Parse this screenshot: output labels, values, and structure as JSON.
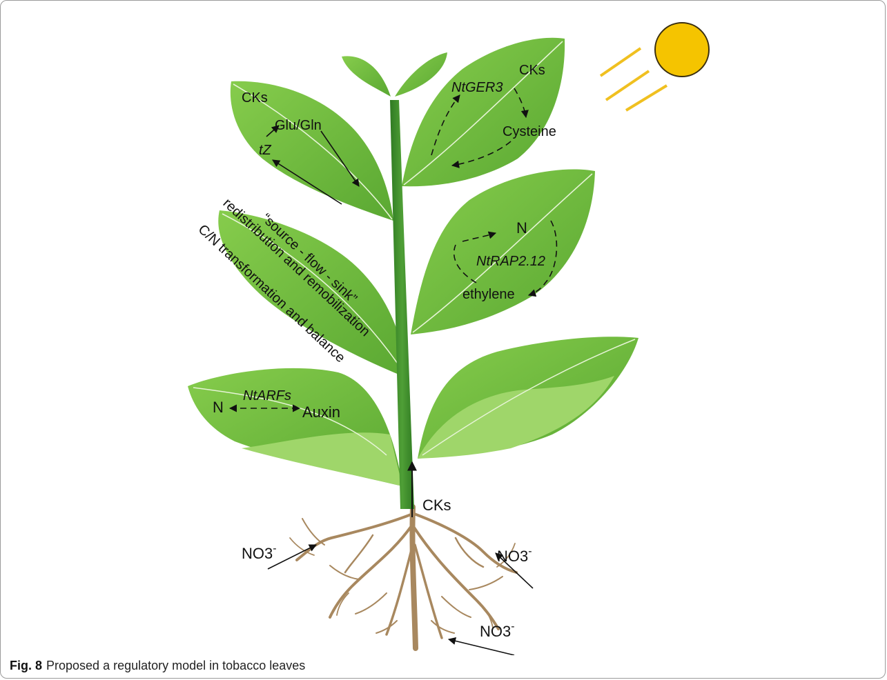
{
  "caption": {
    "figure_number": "Fig. 8",
    "text": "Proposed a regulatory model in tobacco leaves"
  },
  "labels": {
    "cks_top_left": "CKs",
    "glu_gln": "Glu/Gln",
    "tz": "tZ",
    "cks_top_right": "CKs",
    "ntger3": "NtGER3",
    "cysteine": "Cysteine",
    "n_mid_right": "N",
    "ntrap212": "NtRAP2.12",
    "ethylene": "ethylene",
    "source_flow_sink": "“source - flow - sink”",
    "redistribution": "redistribution and remobilization",
    "cn_balance": "C/N transformation and balance",
    "ntarfs": "NtARFs",
    "n_bottom_left": "N",
    "auxin": "Auxin",
    "cks_stem": "CKs",
    "no3_left": "NO3",
    "no3_right": "NO3",
    "no3_bottom": "NO3",
    "superscript_minus": "-"
  },
  "colors": {
    "leaf": "#6fbf3f",
    "leaf_light": "#9fd66a",
    "leaf_dark": "#4f9a2a",
    "vein": "#e6f4d6",
    "stem": "#3e8a2b",
    "root": "#a8885f",
    "sun": "#f5c400",
    "sun_outline": "#3a2f10",
    "sun_rays": "#f0c020",
    "arrow": "#111111"
  },
  "icons": [
    "sun-icon",
    "plant-illustration",
    "root-system"
  ]
}
